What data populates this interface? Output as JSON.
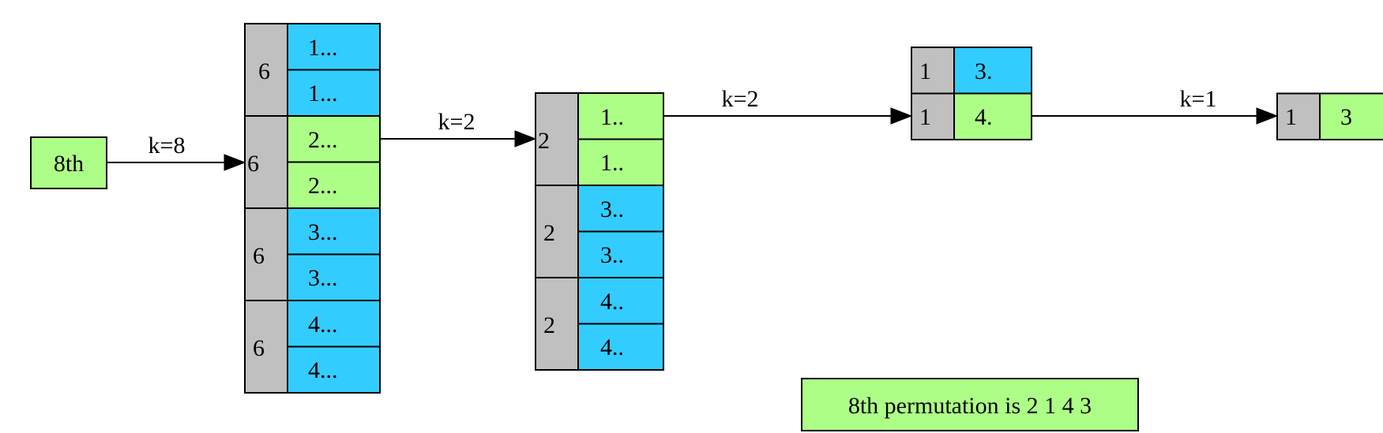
{
  "colors": {
    "green": "#adfe87",
    "blue": "#33ccff",
    "gray": "#c0c0c0",
    "stroke": "#000000"
  },
  "start_node": {
    "label": "8th"
  },
  "groups": [
    {
      "name": "level-1",
      "blocks": [
        {
          "count": "6",
          "cells": [
            {
              "label": "1...",
              "color": "blue"
            },
            {
              "label": "1...",
              "color": "blue"
            }
          ]
        },
        {
          "count": "6",
          "cells": [
            {
              "label": "2...",
              "color": "green"
            },
            {
              "label": "2...",
              "color": "green"
            }
          ]
        },
        {
          "count": "6",
          "cells": [
            {
              "label": "3...",
              "color": "blue"
            },
            {
              "label": "3...",
              "color": "blue"
            }
          ]
        },
        {
          "count": "6",
          "cells": [
            {
              "label": "4...",
              "color": "blue"
            },
            {
              "label": "4...",
              "color": "blue"
            }
          ]
        }
      ]
    },
    {
      "name": "level-2",
      "blocks": [
        {
          "count": "2",
          "cells": [
            {
              "label": "1..",
              "color": "green"
            },
            {
              "label": "1..",
              "color": "green"
            }
          ]
        },
        {
          "count": "2",
          "cells": [
            {
              "label": "3..",
              "color": "blue"
            },
            {
              "label": "3..",
              "color": "blue"
            }
          ]
        },
        {
          "count": "2",
          "cells": [
            {
              "label": "4..",
              "color": "blue"
            },
            {
              "label": "4..",
              "color": "blue"
            }
          ]
        }
      ]
    },
    {
      "name": "level-3",
      "blocks": [
        {
          "count": "1",
          "cells": [
            {
              "label": "3.",
              "color": "blue"
            }
          ]
        },
        {
          "count": "1",
          "cells": [
            {
              "label": "4.",
              "color": "green"
            }
          ]
        }
      ]
    },
    {
      "name": "level-4",
      "blocks": [
        {
          "count": "1",
          "cells": [
            {
              "label": "3",
              "color": "green"
            }
          ]
        }
      ]
    }
  ],
  "edges": [
    {
      "label": "k=8"
    },
    {
      "label": "k=2"
    },
    {
      "label": "k=2"
    },
    {
      "label": "k=1"
    }
  ],
  "result": {
    "label": "8th permutation is 2 1 4 3"
  }
}
